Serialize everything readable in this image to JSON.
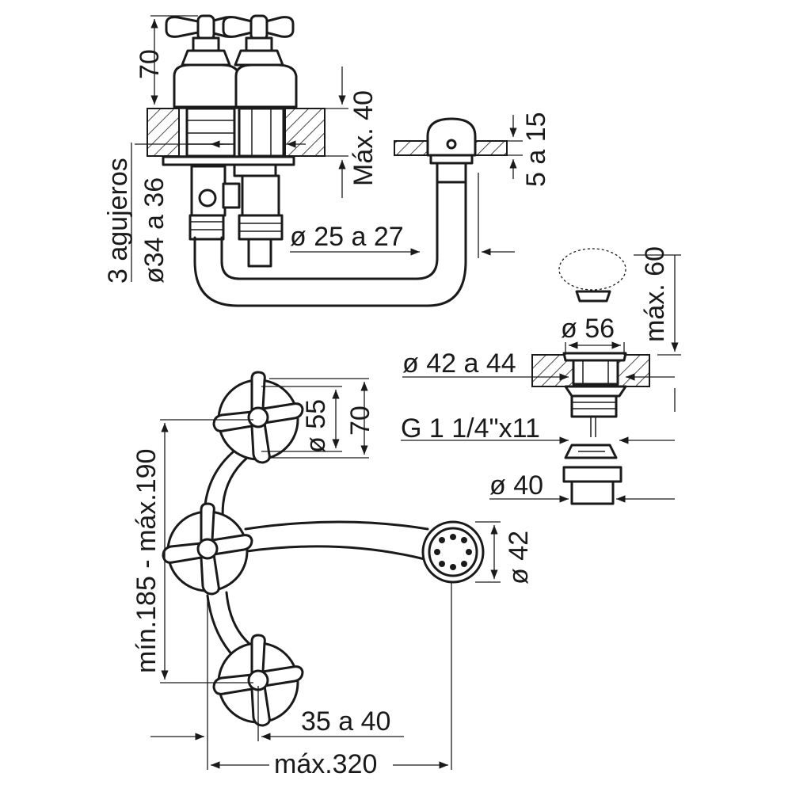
{
  "labels": {
    "handle_height": "70",
    "max_deck": "Máx. 40",
    "holes_count": "3 agujeros",
    "holes_diameter": "ø34 a 36",
    "spout_offset": "ø 25 a 27",
    "plate_thickness": "5 a 15",
    "chain_max": "máx. 60",
    "drain_flange": "ø 56",
    "drain_hole": "ø 42 a 44",
    "drain_thread": "G 1 1/4\"x11",
    "drain_nut": "ø 40",
    "handle_inner": "ø 55",
    "handle_outer": "70",
    "spray_diameter": "ø 42",
    "center_distance": "mín.185 - máx.190",
    "handle_offset": "35 a 40",
    "overall_width": "máx.320"
  }
}
